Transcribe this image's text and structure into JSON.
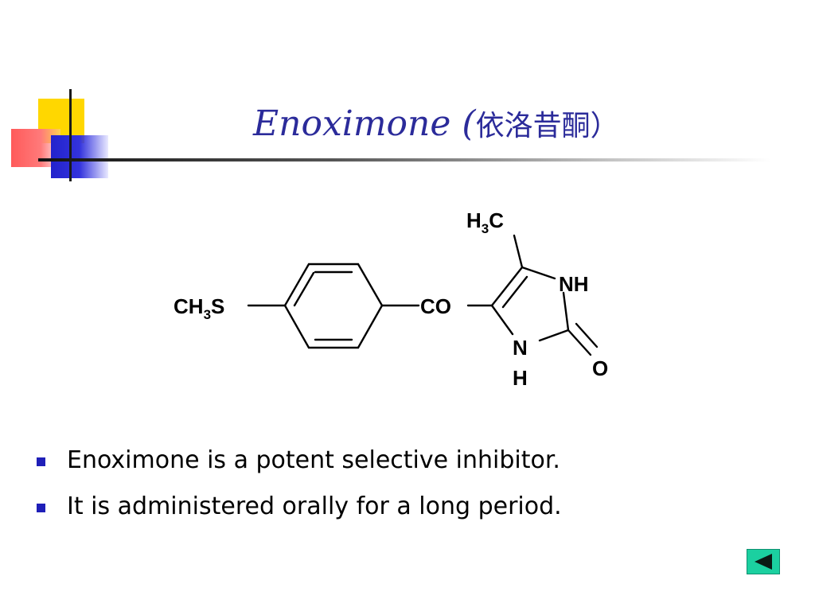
{
  "slide": {
    "title_latin": "Enoximone (",
    "title_cn": "依洛昔酮）",
    "structure": {
      "ch3s_main": "CH",
      "ch3s_sub": "3",
      "ch3s_tail": "S",
      "co": "CO",
      "h3c_h": "H",
      "h3c_sub": "3",
      "h3c_c": "C",
      "nh_top": "NH",
      "n_bottom": "N",
      "h_bottom": "H",
      "o": "O"
    },
    "bullets": [
      {
        "text": "Enoximone is a potent selective inhibitor."
      },
      {
        "text": "It is administered orally for a long period."
      }
    ],
    "nav": {
      "back_icon": "triangle-left-icon"
    },
    "colors": {
      "title": "#2b2b9a",
      "bullet": "#1f1fb8",
      "nav_button": "#1bd0a0"
    }
  }
}
